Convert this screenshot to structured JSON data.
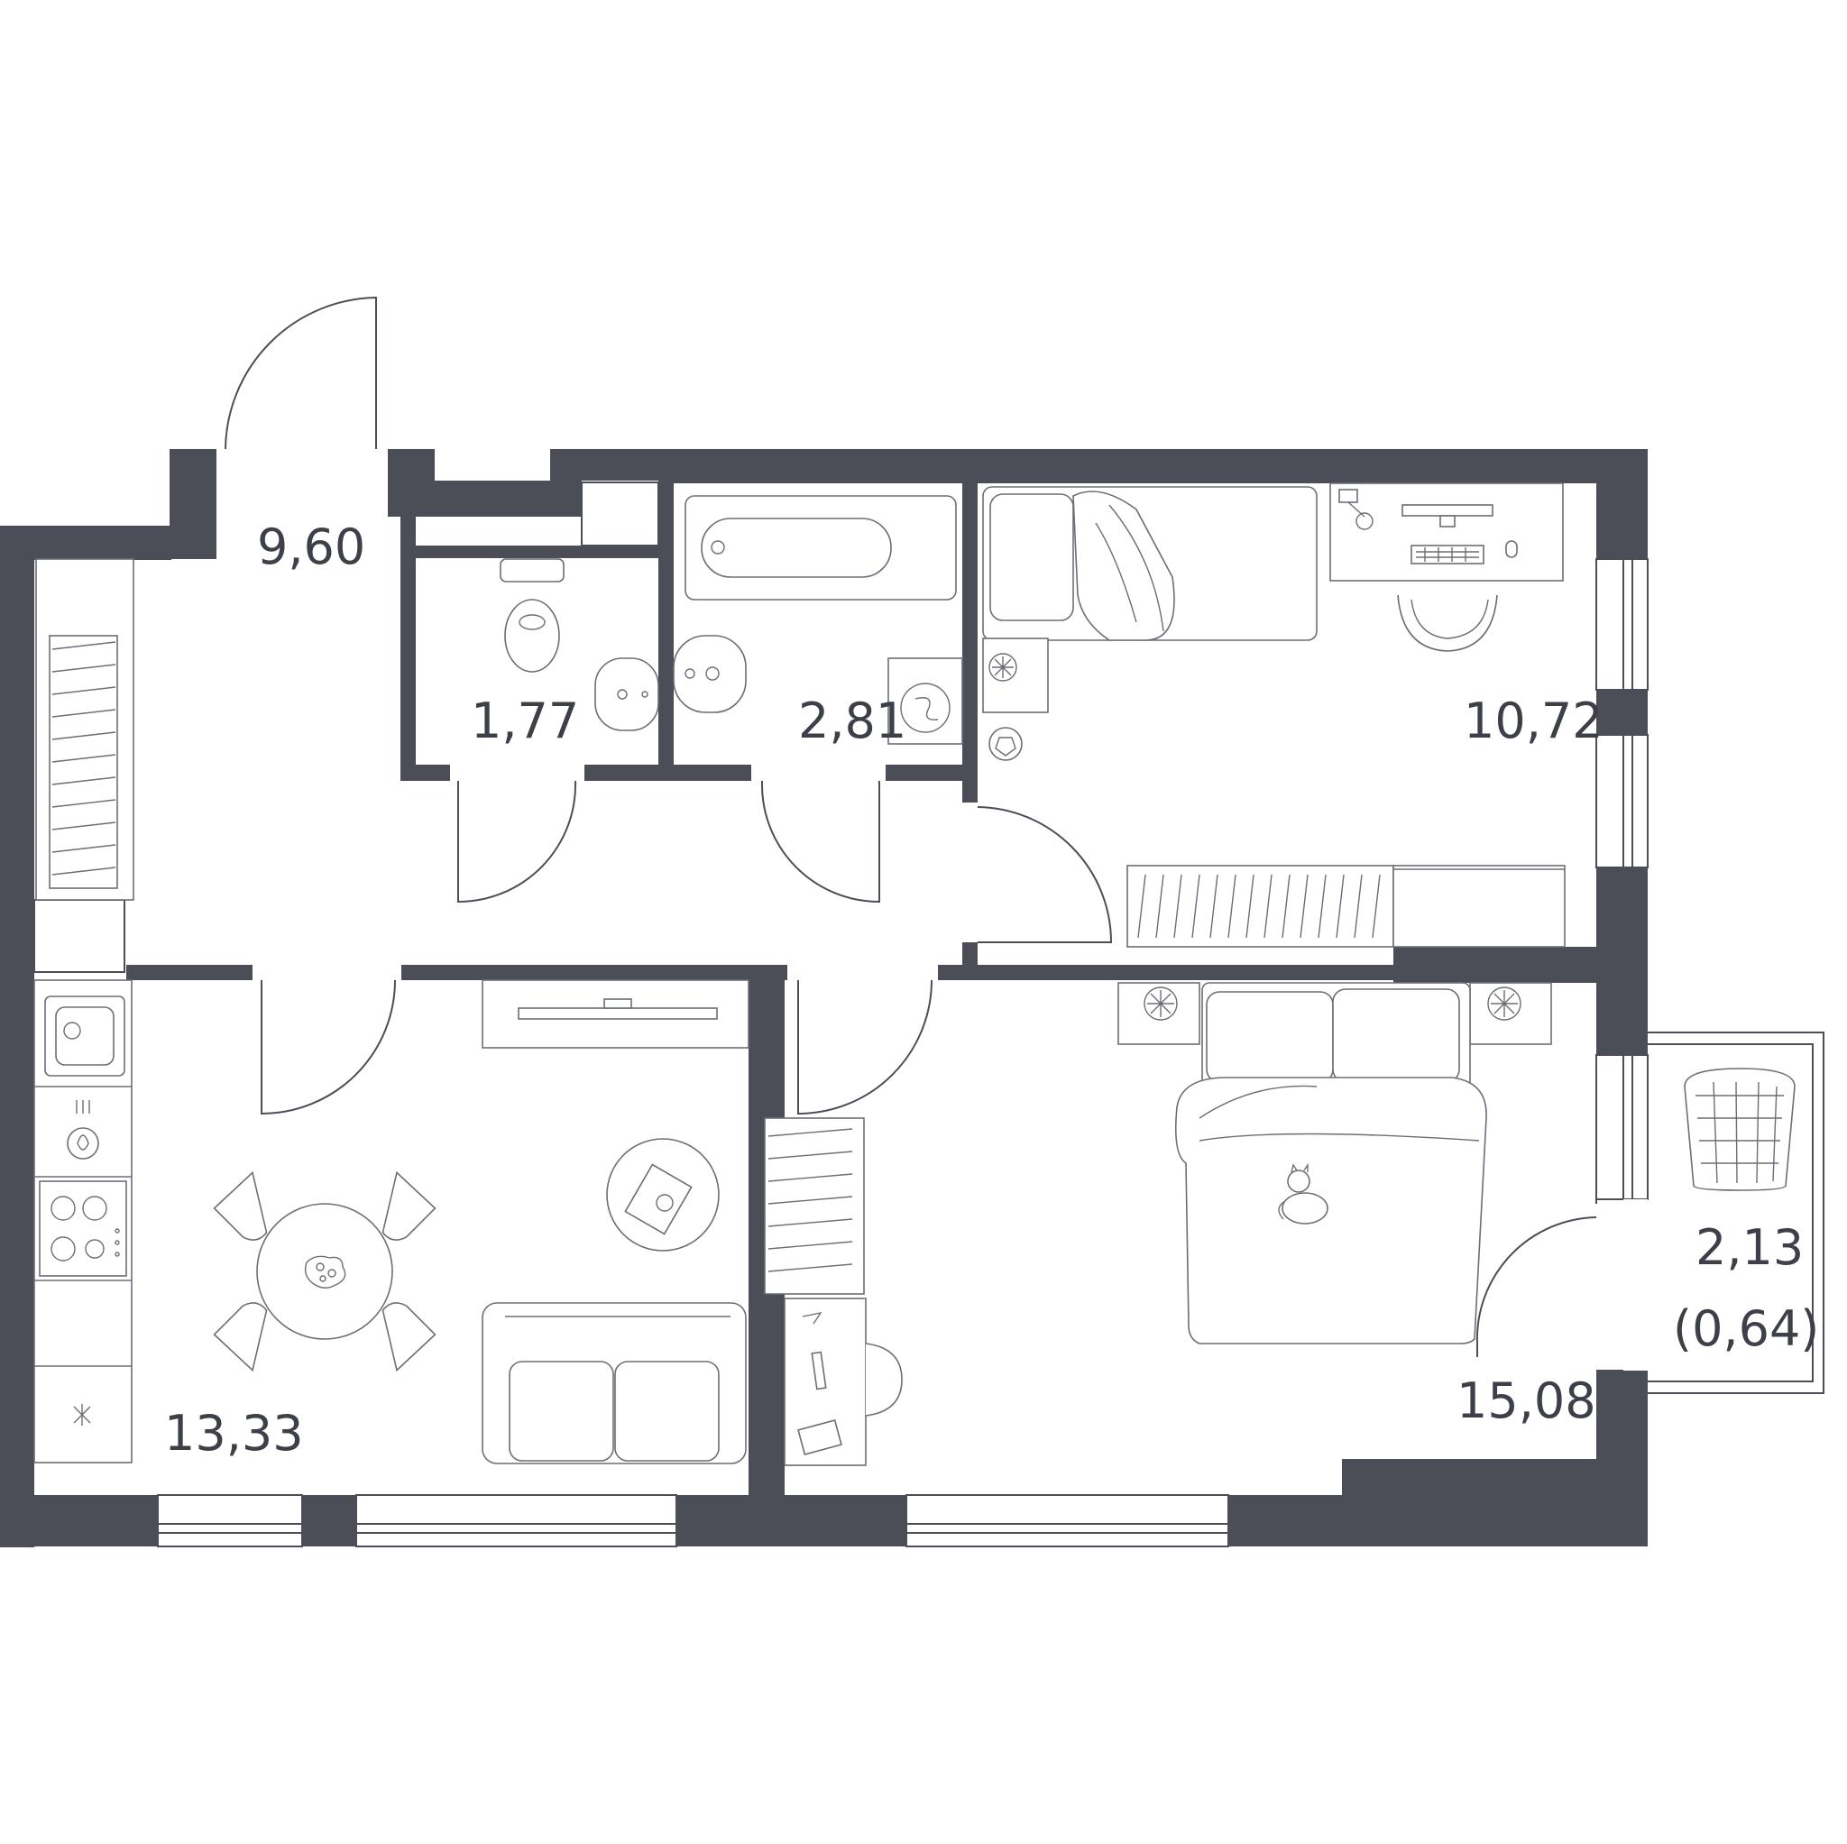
{
  "colors": {
    "wall": "#4b4e57",
    "line": "#6b6e77",
    "text": "#3d4049",
    "background": "#ffffff"
  },
  "rooms": {
    "hallway": {
      "area": "9,60"
    },
    "toilet": {
      "area": "1,77"
    },
    "bathroom": {
      "area": "2,81"
    },
    "bedroom_small": {
      "area": "10,72"
    },
    "kitchen_living": {
      "area": "13,33"
    },
    "bedroom_main": {
      "area": "15,08"
    },
    "balcony": {
      "area": "2,13",
      "reduced_area": "(0,64)"
    }
  },
  "icons": [
    "sink-icon",
    "hob-icon",
    "toilet-icon",
    "bathtub-icon",
    "washing-machine-icon",
    "bed-icon",
    "sofa-icon",
    "table-icon",
    "chair-icon",
    "desk-icon",
    "monitor-icon",
    "keyboard-icon",
    "football-icon",
    "cat-icon",
    "laundry-basket-icon",
    "wardrobe-icon",
    "tv-icon"
  ]
}
